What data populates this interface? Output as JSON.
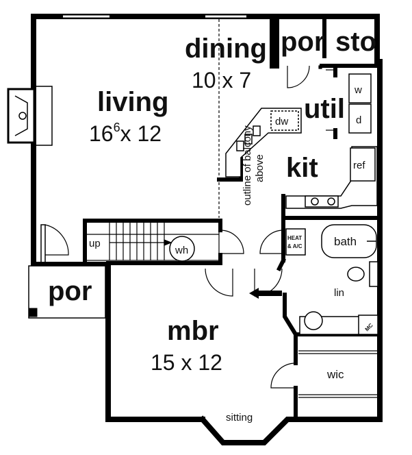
{
  "rooms": {
    "living": {
      "name": "living",
      "dim_a": "16",
      "dim_sup": "6",
      "dim_b": "x 12"
    },
    "dining": {
      "name": "dining",
      "dim": "10 x 7"
    },
    "kit": {
      "name": "kit"
    },
    "util": {
      "name": "util"
    },
    "mbr": {
      "name": "mbr",
      "dim": "15 x 12"
    },
    "por_top": {
      "name": "por"
    },
    "sto": {
      "name": "sto"
    },
    "por_left": {
      "name": "por"
    },
    "bath": {
      "name": "bath"
    },
    "wic": {
      "name": "wic"
    },
    "sitting": {
      "name": "sitting"
    }
  },
  "fixtures": {
    "dw": "dw",
    "w": "w",
    "d": "d",
    "ref": "ref",
    "up": "up",
    "wh": "wh",
    "lin": "lin",
    "mc": "MC",
    "heat_line1": "HEAT",
    "heat_line2": "& A/C"
  },
  "notes": {
    "balcony_line1": "outline of balcony",
    "balcony_line2": "above"
  }
}
